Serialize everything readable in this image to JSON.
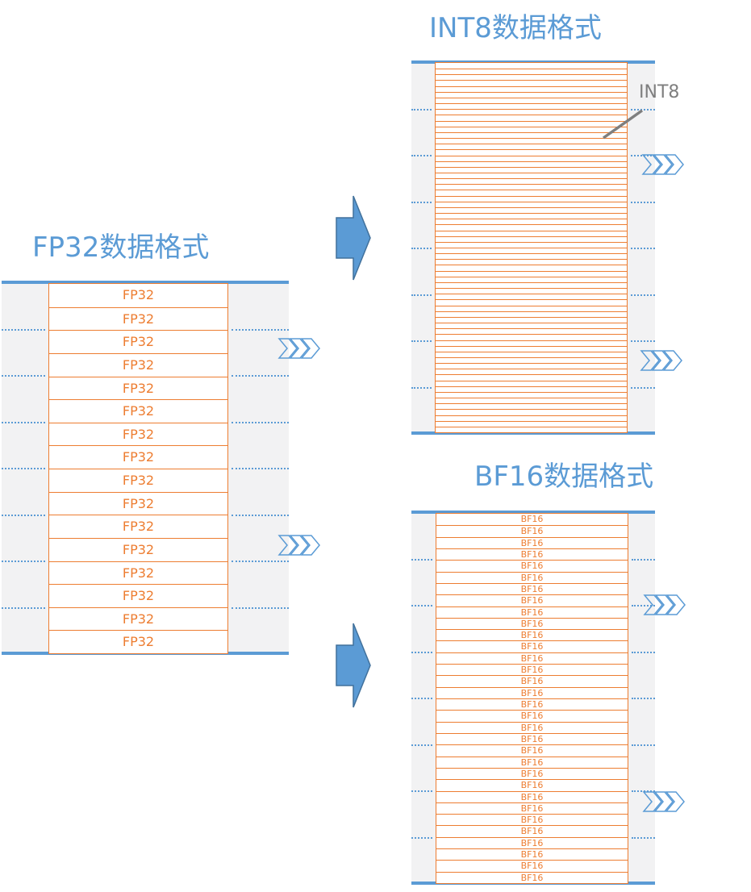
{
  "titles": {
    "fp32": "FP32数据格式",
    "int8": "INT8数据格式",
    "bf16": "BF16数据格式"
  },
  "fp32": {
    "cell_label": "FP32",
    "cell_count": 16
  },
  "int8": {
    "callout": "INT8",
    "cell_count": 64
  },
  "bf16": {
    "cell_label": "BF16",
    "cell_count": 32
  },
  "colors": {
    "accent_blue": "#5b9bd5",
    "cell_orange": "#ed7d31",
    "panel_gray": "#f2f2f3",
    "callout_gray": "#7f7f7f"
  },
  "icons": [
    "triple-chevron-icon",
    "right-arrow-icon"
  ]
}
